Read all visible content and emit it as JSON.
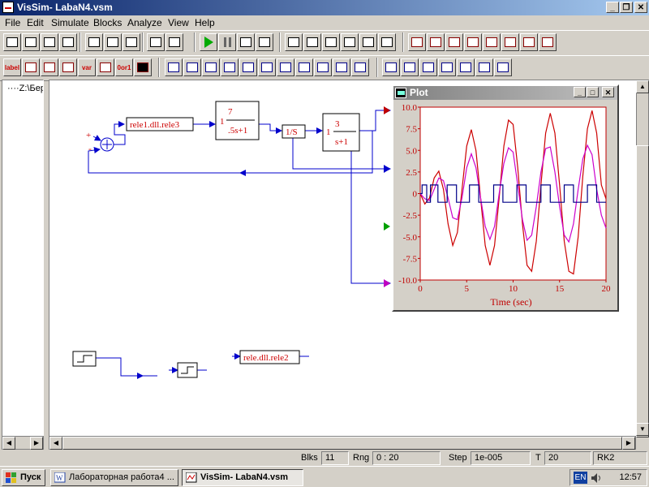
{
  "window": {
    "title": "VisSim- LabaN4.vsm",
    "min_label": "_",
    "max_label": "❐",
    "close_label": "✕"
  },
  "menu": [
    "File",
    "Edit",
    "Simulate",
    "Blocks",
    "Analyze",
    "View",
    "Help"
  ],
  "toolbar1": [
    {
      "name": "new-icon"
    },
    {
      "name": "open-icon"
    },
    {
      "name": "save-icon"
    },
    {
      "name": "print-icon"
    },
    {
      "name": "cut-icon"
    },
    {
      "name": "copy-icon"
    },
    {
      "name": "paste-icon"
    },
    {
      "name": "add-connector-icon"
    },
    {
      "name": "remove-connector-icon"
    },
    {
      "name": "run-icon"
    },
    {
      "name": "pause-icon"
    },
    {
      "name": "step-icon"
    },
    {
      "name": "continue-icon"
    },
    {
      "name": "integrator-block-icon"
    },
    {
      "name": "transfer-function-icon"
    },
    {
      "name": "limit-block-icon"
    },
    {
      "name": "pulse-block-icon"
    },
    {
      "name": "sine-block-icon"
    },
    {
      "name": "matrix-block-icon"
    },
    {
      "name": "display-block-icon"
    },
    {
      "name": "plot-block-icon"
    },
    {
      "name": "light-block-icon"
    },
    {
      "name": "stripchart-block-icon"
    },
    {
      "name": "meter-block-icon"
    },
    {
      "name": "histogram-block-icon"
    },
    {
      "name": "stop-block-icon"
    },
    {
      "name": "error-block-icon"
    }
  ],
  "toolbar2_left": [
    {
      "name": "label-block-icon",
      "text": "label"
    },
    {
      "name": "summing-junction-icon",
      "text": ""
    },
    {
      "name": "gain-block-icon",
      "text": ""
    },
    {
      "name": "table-block-icon",
      "text": ""
    },
    {
      "name": "variable-block-icon",
      "text": "var"
    },
    {
      "name": "wirepositioner-icon",
      "text": ""
    },
    {
      "name": "bool-block-icon",
      "text": "0or1"
    },
    {
      "name": "const-block-icon",
      "text": ""
    }
  ],
  "toolbar2_right": [
    {
      "name": "ref-block-icon"
    },
    {
      "name": "merge-block-icon"
    },
    {
      "name": "slope-block-icon"
    },
    {
      "name": "unit-delay-icon"
    },
    {
      "name": "bitwise-block-icon"
    },
    {
      "name": "multiply-block-icon"
    },
    {
      "name": "divide-block-icon"
    },
    {
      "name": "abs-block-icon"
    },
    {
      "name": "power-block-icon"
    },
    {
      "name": "sum-block-icon"
    },
    {
      "name": "expression-block-icon"
    },
    {
      "name": "compare-block-icon"
    },
    {
      "name": "min-block-icon"
    },
    {
      "name": "max-block-icon"
    },
    {
      "name": "and-block-icon"
    },
    {
      "name": "or-block-icon"
    },
    {
      "name": "not-block-icon"
    },
    {
      "name": "xor-block-icon"
    }
  ],
  "tree": {
    "root": "Z:\\Бер"
  },
  "diagram": {
    "rele_block1": "rele1.dll.rele3",
    "tf1_gain": "1",
    "tf1_num": "7",
    "tf1_den": ".5s+1",
    "integrator": "1/S",
    "tf2_gain": "1",
    "tf2_num": "3",
    "tf2_den": "s+1",
    "rele_block2": "rele.dll.rele2",
    "sum_plus": "+",
    "sum_minus": "-"
  },
  "plot": {
    "title": "Plot",
    "min_label": "_",
    "max_label": "□",
    "close_label": "✕",
    "chart_data": {
      "type": "line",
      "title": "",
      "xlabel": "Time (sec)",
      "ylabel": "",
      "xlim": [
        0,
        20
      ],
      "ylim": [
        -10,
        10
      ],
      "xticks": [
        0,
        5,
        10,
        15,
        20
      ],
      "yticks": [
        10.0,
        7.5,
        5.0,
        2.5,
        0,
        -2.5,
        -5.0,
        -7.5,
        -10.0
      ],
      "ytick_labels": [
        "10.0",
        "7.5",
        "5.0",
        "2.5",
        "0",
        "-2.5",
        "-5.0",
        "-7.5",
        "-10.0"
      ],
      "xtick_labels": [
        "0",
        "5",
        "10",
        "15",
        "20"
      ],
      "grid": false,
      "series": [
        {
          "color": "#cc0000",
          "x": [
            0,
            0.5,
            1,
            1.5,
            2,
            2.5,
            3,
            3.5,
            4,
            4.5,
            5,
            5.5,
            6,
            6.5,
            7,
            7.5,
            8,
            8.5,
            9,
            9.5,
            10,
            10.5,
            11,
            11.5,
            12,
            12.5,
            13,
            13.5,
            14,
            14.5,
            15,
            15.5,
            16,
            16.5,
            17,
            17.5,
            18,
            18.5,
            19,
            19.5,
            20
          ],
          "y": [
            0,
            -1.2,
            -0.5,
            1.8,
            2.6,
            0.5,
            -3.5,
            -6.0,
            -4.5,
            0.5,
            5.5,
            7.4,
            5.0,
            -0.5,
            -6.0,
            -8.3,
            -6.0,
            -0.5,
            5.5,
            8.5,
            8.0,
            3.0,
            -3.5,
            -8.3,
            -9.0,
            -5.5,
            1.0,
            7.0,
            9.3,
            7.0,
            1.0,
            -5.5,
            -9.0,
            -9.3,
            -5.0,
            2.0,
            7.5,
            9.6,
            7.0,
            1.0,
            -0.6
          ]
        },
        {
          "color": "#cc00cc",
          "x": [
            0,
            0.5,
            1,
            1.5,
            2,
            2.5,
            3,
            3.5,
            4,
            4.5,
            5,
            5.5,
            6,
            6.5,
            7,
            7.5,
            8,
            8.5,
            9,
            9.5,
            10,
            10.5,
            11,
            11.5,
            12,
            12.5,
            13,
            13.5,
            14,
            14.5,
            15,
            15.5,
            16,
            16.5,
            17,
            17.5,
            18,
            18.5,
            19,
            19.5,
            20
          ],
          "y": [
            0,
            -0.6,
            -0.8,
            0.5,
            1.8,
            1.5,
            -0.5,
            -2.8,
            -3.0,
            -0.5,
            3.0,
            4.6,
            3.0,
            -0.5,
            -3.8,
            -5.3,
            -3.8,
            0,
            3.5,
            5.3,
            4.8,
            1.0,
            -3.0,
            -5.4,
            -4.8,
            -1.5,
            2.5,
            5.2,
            5.4,
            2.5,
            -1.5,
            -4.8,
            -5.6,
            -3.5,
            0.5,
            4.0,
            5.6,
            4.5,
            0.5,
            -2.5,
            -4.0
          ]
        },
        {
          "color": "#000088",
          "x": [
            0,
            0.2,
            0.2,
            0.7,
            0.7,
            1.1,
            1.1,
            1.9,
            1.9,
            2.9,
            2.9,
            3.9,
            3.9,
            5.3,
            5.3,
            6.3,
            6.3,
            7.9,
            7.9,
            8.9,
            8.9,
            10.4,
            10.4,
            11.4,
            11.4,
            13.0,
            13.0,
            14.0,
            14.0,
            15.5,
            15.5,
            16.5,
            16.5,
            18.0,
            18.0,
            19.0,
            19.0,
            20
          ],
          "y": [
            0,
            0,
            1,
            1,
            -1,
            -1,
            1,
            1,
            -1,
            -1,
            1,
            1,
            -1,
            -1,
            1,
            1,
            -1,
            -1,
            1,
            1,
            -1,
            -1,
            1,
            1,
            -1,
            -1,
            1,
            1,
            -1,
            -1,
            1,
            1,
            -1,
            -1,
            1,
            1,
            -1,
            -1
          ]
        }
      ]
    }
  },
  "status": {
    "blks_label": "Blks",
    "blks": "11",
    "rng_label": "Rng",
    "rng": "0 : 20",
    "step_label": "Step",
    "step": "1e-005",
    "t_label": "T",
    "t": "20",
    "method": "RK2"
  },
  "taskbar": {
    "start": "Пуск",
    "tasks": [
      "Лабораторная работа4 ...",
      "VisSim- LabaN4.vsm"
    ],
    "lang": "EN",
    "clock": "12:57"
  }
}
